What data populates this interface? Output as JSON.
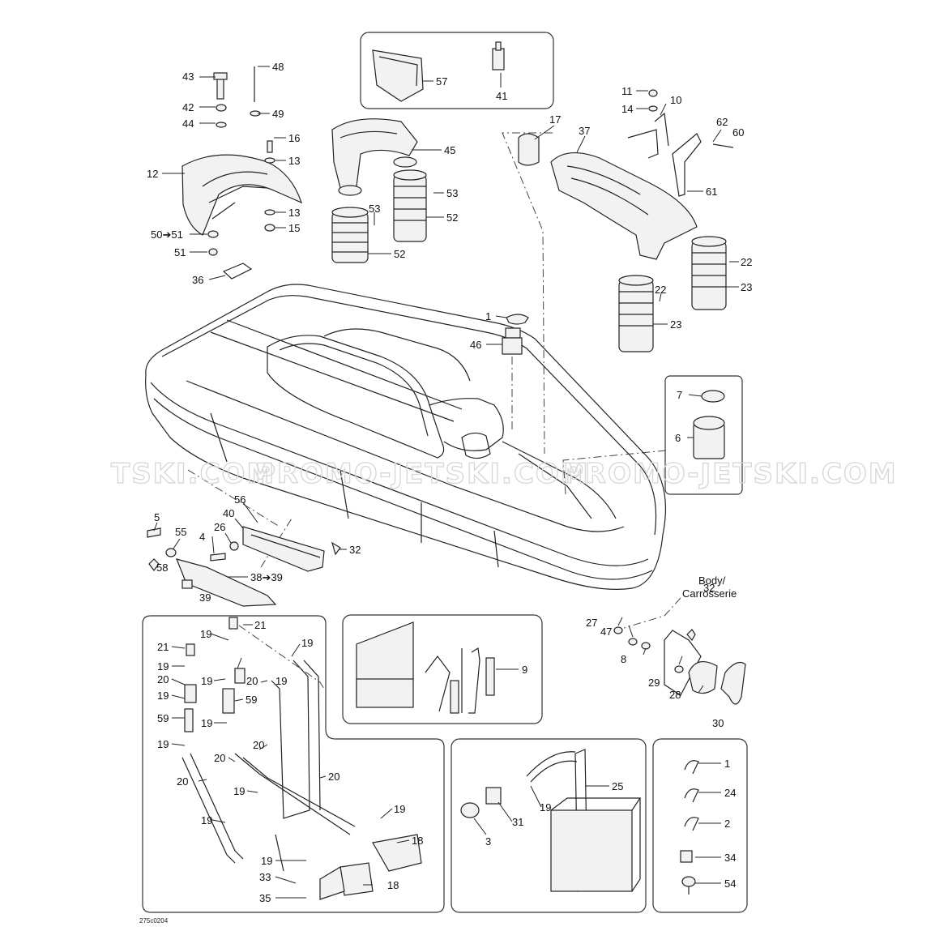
{
  "watermark": {
    "segments": [
      "TSKI.COM",
      "PROMO-JETSKI.COM",
      "PROMO-JETSKI.COM"
    ]
  },
  "diagram_code": "275c0204",
  "body_label": {
    "line1": "Body/",
    "line2": "Carrosserie"
  },
  "callouts": [
    {
      "id": "c43",
      "text": "43"
    },
    {
      "id": "c48",
      "text": "48"
    },
    {
      "id": "c42",
      "text": "42"
    },
    {
      "id": "c49",
      "text": "49"
    },
    {
      "id": "c44",
      "text": "44"
    },
    {
      "id": "c16",
      "text": "16"
    },
    {
      "id": "c13a",
      "text": "13"
    },
    {
      "id": "c12",
      "text": "12"
    },
    {
      "id": "c13b",
      "text": "13"
    },
    {
      "id": "c15",
      "text": "15"
    },
    {
      "id": "c5051",
      "text": "50➔51"
    },
    {
      "id": "c51",
      "text": "51"
    },
    {
      "id": "c36",
      "text": "36"
    },
    {
      "id": "c57",
      "text": "57"
    },
    {
      "id": "c41",
      "text": "41"
    },
    {
      "id": "c45",
      "text": "45"
    },
    {
      "id": "c53a",
      "text": "53"
    },
    {
      "id": "c53b",
      "text": "53"
    },
    {
      "id": "c52a",
      "text": "52"
    },
    {
      "id": "c52b",
      "text": "52"
    },
    {
      "id": "c11",
      "text": "11"
    },
    {
      "id": "c10",
      "text": "10"
    },
    {
      "id": "c14",
      "text": "14"
    },
    {
      "id": "c17",
      "text": "17"
    },
    {
      "id": "c37",
      "text": "37"
    },
    {
      "id": "c62",
      "text": "62"
    },
    {
      "id": "c60",
      "text": "60"
    },
    {
      "id": "c61",
      "text": "61"
    },
    {
      "id": "c22a",
      "text": "22"
    },
    {
      "id": "c22b",
      "text": "22"
    },
    {
      "id": "c23a",
      "text": "23"
    },
    {
      "id": "c23b",
      "text": "23"
    },
    {
      "id": "c1a",
      "text": "1"
    },
    {
      "id": "c46",
      "text": "46"
    },
    {
      "id": "c7",
      "text": "7"
    },
    {
      "id": "c6",
      "text": "6"
    },
    {
      "id": "c56",
      "text": "56"
    },
    {
      "id": "c40",
      "text": "40"
    },
    {
      "id": "c5",
      "text": "5"
    },
    {
      "id": "c55",
      "text": "55"
    },
    {
      "id": "c26",
      "text": "26"
    },
    {
      "id": "c4",
      "text": "4"
    },
    {
      "id": "c32a",
      "text": "32"
    },
    {
      "id": "c58",
      "text": "58"
    },
    {
      "id": "c3839",
      "text": "38➔39"
    },
    {
      "id": "c39",
      "text": "39"
    },
    {
      "id": "c32b",
      "text": "32"
    },
    {
      "id": "c27",
      "text": "27"
    },
    {
      "id": "c47",
      "text": "47"
    },
    {
      "id": "c8",
      "text": "8"
    },
    {
      "id": "c29",
      "text": "29"
    },
    {
      "id": "c28",
      "text": "28"
    },
    {
      "id": "c30",
      "text": "30"
    },
    {
      "id": "c9",
      "text": "9"
    },
    {
      "id": "c21a",
      "text": "21"
    },
    {
      "id": "c21b",
      "text": "21"
    },
    {
      "id": "c19a",
      "text": "19"
    },
    {
      "id": "c19b",
      "text": "19"
    },
    {
      "id": "c19c",
      "text": "19"
    },
    {
      "id": "c19d",
      "text": "19"
    },
    {
      "id": "c19e",
      "text": "19"
    },
    {
      "id": "c19f",
      "text": "19"
    },
    {
      "id": "c19g",
      "text": "19"
    },
    {
      "id": "c19h",
      "text": "19"
    },
    {
      "id": "c19i",
      "text": "19"
    },
    {
      "id": "c19j",
      "text": "19"
    },
    {
      "id": "c19k",
      "text": "19"
    },
    {
      "id": "c19l",
      "text": "19"
    },
    {
      "id": "c20a",
      "text": "20"
    },
    {
      "id": "c20b",
      "text": "20"
    },
    {
      "id": "c20c",
      "text": "20"
    },
    {
      "id": "c20d",
      "text": "20"
    },
    {
      "id": "c20e",
      "text": "20"
    },
    {
      "id": "c20f",
      "text": "20"
    },
    {
      "id": "c59a",
      "text": "59"
    },
    {
      "id": "c59b",
      "text": "59"
    },
    {
      "id": "c18a",
      "text": "18"
    },
    {
      "id": "c18b",
      "text": "18"
    },
    {
      "id": "c33",
      "text": "33"
    },
    {
      "id": "c35",
      "text": "35"
    },
    {
      "id": "c25",
      "text": "25"
    },
    {
      "id": "c19m",
      "text": "19"
    },
    {
      "id": "c31",
      "text": "31"
    },
    {
      "id": "c3",
      "text": "3"
    },
    {
      "id": "c1b",
      "text": "1"
    },
    {
      "id": "c24",
      "text": "24"
    },
    {
      "id": "c2",
      "text": "2"
    },
    {
      "id": "c34",
      "text": "34"
    },
    {
      "id": "c54",
      "text": "54"
    }
  ]
}
